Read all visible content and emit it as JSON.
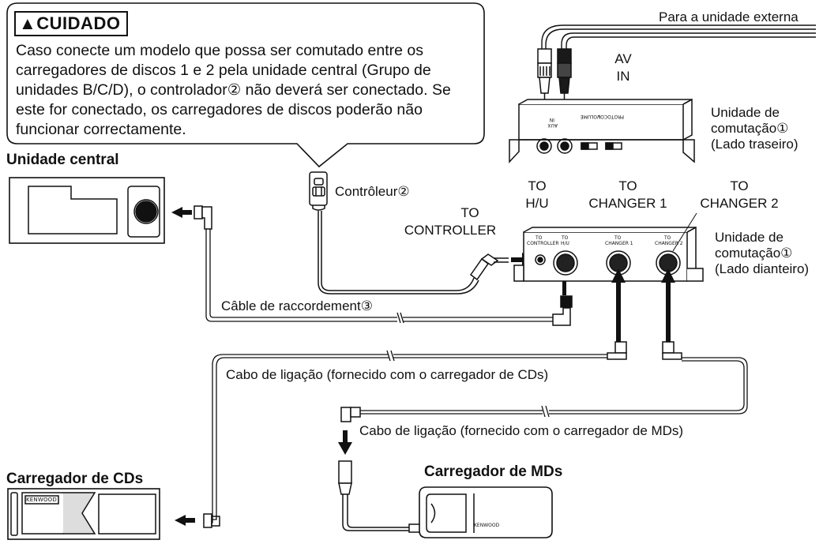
{
  "caution": {
    "title": "CUIDADO",
    "warning_glyph": "▲",
    "text": "Caso conecte um modelo que possa ser comutado entre os carregadores de discos 1 e 2 pela unidade central (Grupo de unidades B/C/D), o controlador② não deverá ser conectado. Se este for conectado, os carregadores de discos poderão não funcionar correctamente."
  },
  "labels": {
    "external_unit": "Para a unidade externa",
    "av": "AV",
    "in": "IN",
    "switch_rear_1": "Unidade de",
    "switch_rear_2": "comutação①",
    "switch_rear_3": "(Lado traseiro)",
    "central_unit": "Unidade central",
    "controller": "Contrôleur②",
    "to_hu_1": "TO",
    "to_hu_2": "H/U",
    "to_ch1_1": "TO",
    "to_ch1_2": "CHANGER 1",
    "to_ch2_1": "TO",
    "to_ch2_2": "CHANGER 2",
    "to_ctrl_1": "TO",
    "to_ctrl_2": "CONTROLLER",
    "switch_front_1": "Unidade de",
    "switch_front_2": "comutação①",
    "switch_front_3": "(Lado dianteiro)",
    "connection_cable": "Câble de raccordement③",
    "cable_cd": "Cabo de ligação (fornecido com o carregador de CDs)",
    "cable_md": "Cabo de ligação (fornecido com o carregador de MDs)",
    "cd_changer": "Carregador de CDs",
    "md_changer": "Carregador de MDs",
    "brand_cd": "KENWOOD",
    "brand_md": "KENWOOD"
  },
  "device_markings": {
    "rear_in": "IN",
    "rear_aux": "AUX",
    "rear_volume": "VOLUME",
    "rear_protocol": "PROTOCOL",
    "front_to": "TO",
    "front_controller": "CONTROLLER",
    "front_hu": "H/U",
    "front_changer1": "CHANGER 1",
    "front_changer2": "CHANGER 2"
  }
}
